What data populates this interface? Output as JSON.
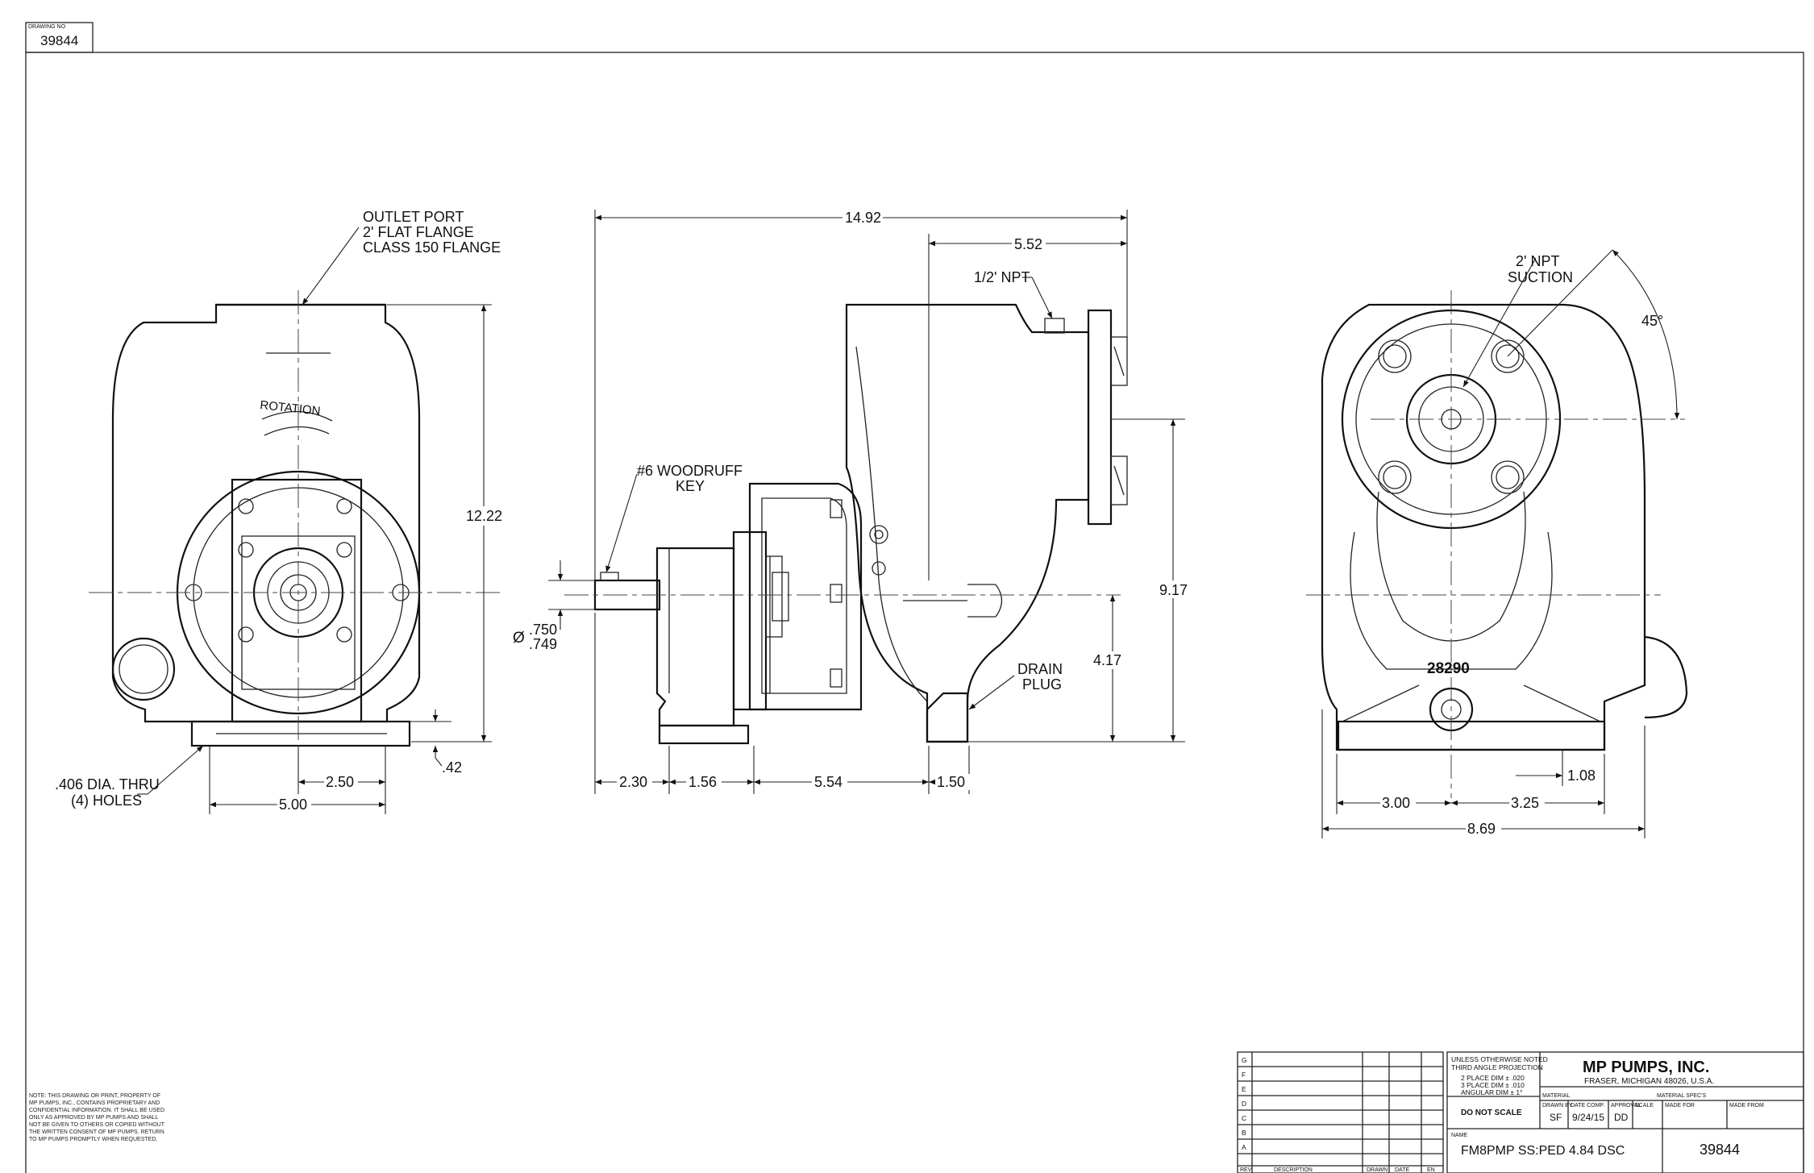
{
  "drawing_number_box": {
    "label": "DRAWING NO",
    "value": "39844"
  },
  "front_view": {
    "outlet_note": [
      "OUTLET PORT",
      "2' FLAT FLANGE",
      "CLASS 150 FLANGE"
    ],
    "rotation_label": "ROTATION",
    "height_dim": "12.22",
    "holes_note": [
      ".406 DIA. THRU",
      "(4) HOLES"
    ],
    "dim_250": "2.50",
    "dim_500": "5.00",
    "dim_042": ".42"
  },
  "side_view": {
    "dim_overall": "14.92",
    "dim_552": "5.52",
    "npt_note": "1/2' NPT",
    "key_note": [
      "#6 WOODRUFF",
      "KEY"
    ],
    "shaft_dia_upper": ".750",
    "shaft_dia_lower": ".749",
    "dia_symbol": "Ø",
    "dim_917": "9.17",
    "dim_417": "4.17",
    "drain_note": [
      "DRAIN",
      "PLUG"
    ],
    "dim_230": "2.30",
    "dim_156": "1.56",
    "dim_554": "5.54",
    "dim_150": "1.50"
  },
  "rear_view": {
    "suction_note": [
      "2' NPT",
      "SUCTION"
    ],
    "angle": "45°",
    "casting_number": "28290",
    "dim_108": "1.08",
    "dim_300": "3.00",
    "dim_325": "3.25",
    "dim_869": "8.69"
  },
  "notes_left": "NOTE: THIS DRAWING OR PRINT, PROPERTY OF MP PUMPS, INC., CONTAINS PROPRIETARY AND CONFIDENTIAL INFORMATION. IT SHALL BE USED ONLY AS APPROVED BY MP PUMPS AND SHALL NOT BE GIVEN TO OTHERS OR COPIED WITHOUT THE WRITTEN CONSENT OF MP PUMPS. RETURN TO MP PUMPS PROMPTLY WHEN REQUESTED.",
  "revision_block": {
    "rows": [
      "G",
      "F",
      "E",
      "D",
      "C",
      "B",
      "A"
    ],
    "footer": [
      "REV",
      "DESCRIPTION",
      "DRAWN",
      "DATE",
      "EN"
    ]
  },
  "title_block": {
    "tolerance_header": [
      "UNLESS OTHERWISE NOTED",
      "THIRD ANGLE PROJECTION"
    ],
    "tolerances": [
      "2 PLACE DIM ± .020",
      "3 PLACE DIM ± .010",
      "ANGULAR DIM ± 1°"
    ],
    "do_not_scale": "DO NOT SCALE",
    "company": "MP PUMPS, INC.",
    "address": "FRASER, MICHIGAN 48026, U.S.A.",
    "material_label": "MATERIAL",
    "material_specs_label": "MATERIAL SPEC'S",
    "drawn_by_label": "DRAWN BY",
    "drawn_by": "SF",
    "date_comp_label": "DATE COMP.",
    "date_comp": "9/24/15",
    "approval_label": "APPROVAL",
    "approval": "DD",
    "scale_label": "SCALE",
    "made_for_label": "MADE FOR",
    "made_from_label": "MADE FROM",
    "name_label": "NAME",
    "name": "FM8PMP SS:PED 4.84 DSC",
    "drawing_number": "39844"
  }
}
